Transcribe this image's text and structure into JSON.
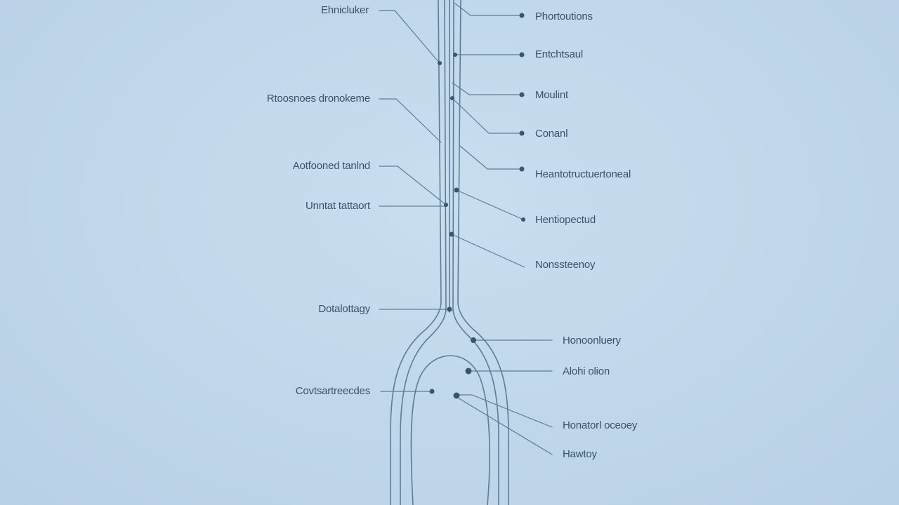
{
  "colors": {
    "background": "#c2d9ec",
    "line": "#5f7c96",
    "dot": "#3b556d",
    "text": "#3c5166"
  },
  "labels": {
    "left": [
      "Ehnicluker",
      "Rtoosnoes dronokeme",
      "Aotfooned tanlnd",
      "Unntat tattaort",
      "Dotalottagy",
      "Covtsartreecdes"
    ],
    "right": [
      "Phortoutions",
      "Entchtsaul",
      "Moulint",
      "Conanl",
      "Heantotructuertoneal",
      "Hentiopectud",
      "Nonssteenoy",
      "Honoonluery",
      "Alohi olion",
      "Honatorl oceoey",
      "Hawtoy"
    ]
  }
}
